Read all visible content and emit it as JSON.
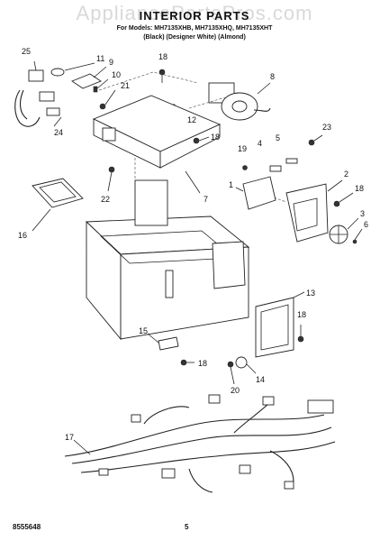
{
  "watermark": "AppliancePartsPros.com",
  "header": {
    "title": "INTERIOR PARTS",
    "models_line": "For Models: MH7135XHB, MH7135XHQ, MH7135XHT",
    "colors_line": "(Black)  (Designer White)  (Almond)"
  },
  "footer": {
    "code": "8555648",
    "page": "5"
  },
  "callouts": {
    "c1": "1",
    "c2": "2",
    "c3": "3",
    "c4": "4",
    "c5": "5",
    "c6": "6",
    "c7": "7",
    "c8": "8",
    "c9": "9",
    "c10": "10",
    "c11": "11",
    "c12": "12",
    "c13": "13",
    "c14": "14",
    "c15": "15",
    "c16": "16",
    "c17": "17",
    "c18a": "18",
    "c18b": "18",
    "c18c": "18",
    "c18d": "18",
    "c18e": "18",
    "c19": "19",
    "c20": "20",
    "c21": "21",
    "c22": "22",
    "c23": "23",
    "c24": "24",
    "c25": "25"
  }
}
